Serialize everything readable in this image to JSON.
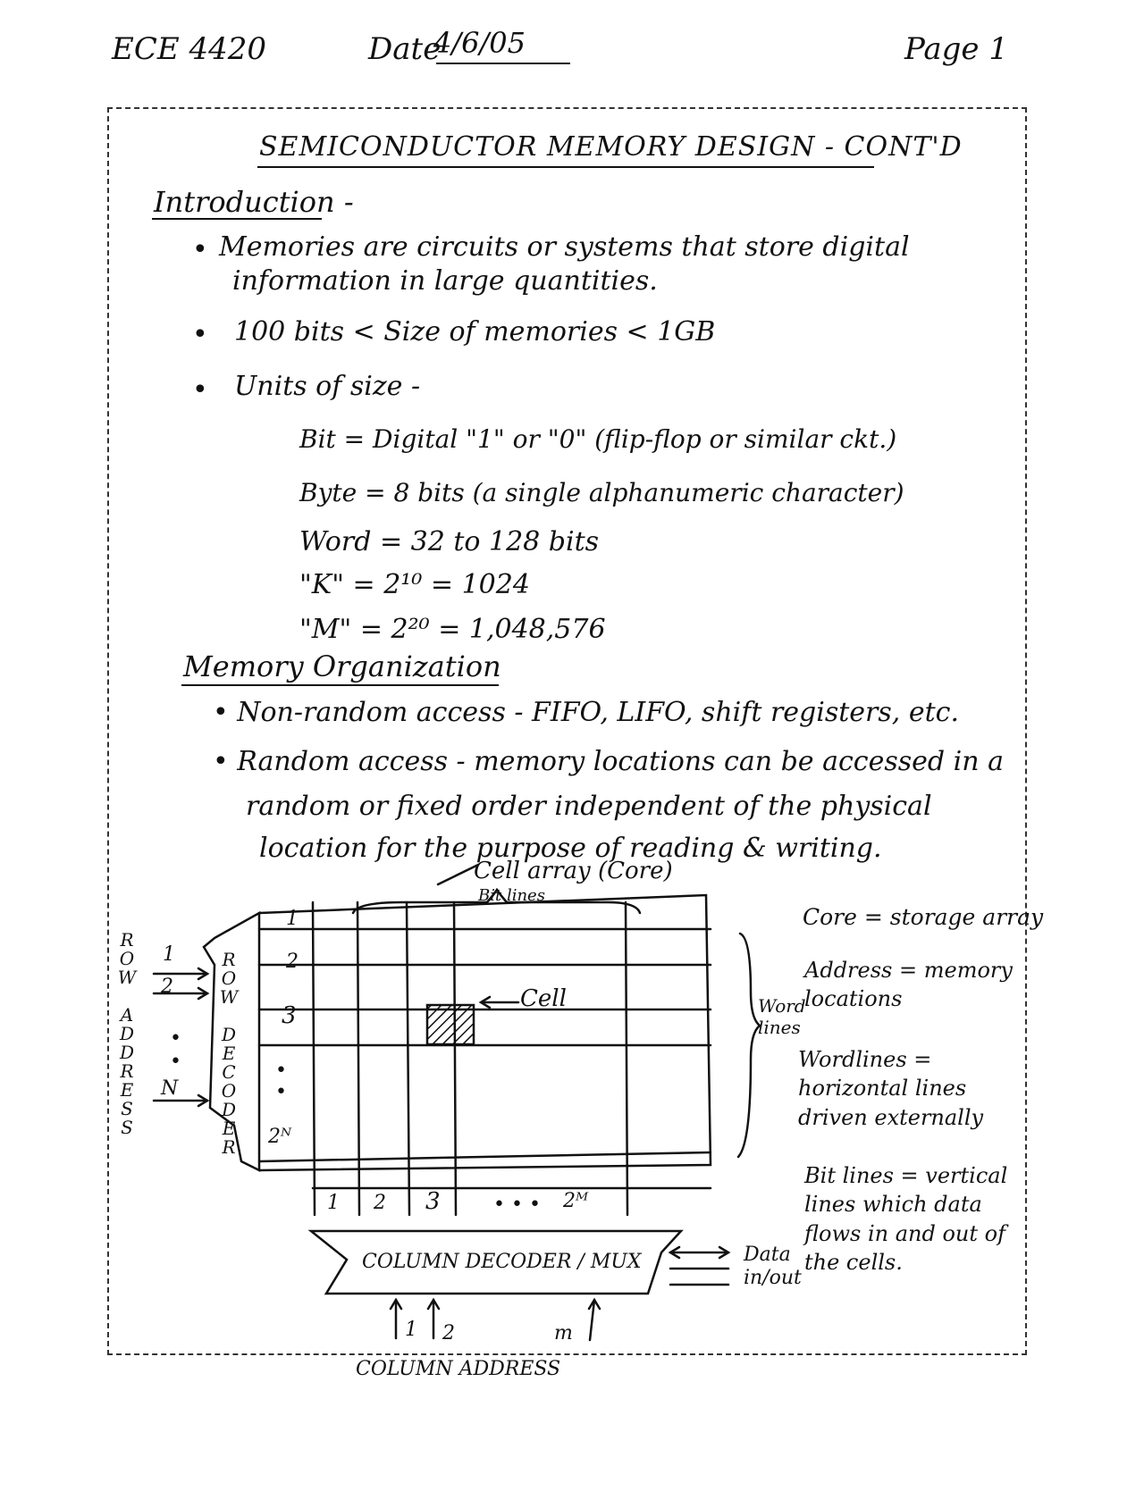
{
  "header": {
    "course": "ECE 4420",
    "date_label": "Date",
    "date_value": "4/6/05",
    "page_label": "Page 1"
  },
  "title": "SEMICONDUCTOR MEMORY DESIGN - CONT'D",
  "introduction": {
    "heading": "Introduction -",
    "bullets": [
      "Memories are circuits or systems that store digital",
      "information in large quantities.",
      "100 bits < Size of memories < 1GB",
      "Units of size -"
    ],
    "units": [
      "Bit = Digital \"1\" or \"0\" (flip-flop or similar ckt.)",
      "Byte = 8 bits (a single alphanumeric character)",
      "Word = 32 to 128 bits",
      "\"K\" = 2¹⁰ = 1024",
      "\"M\" = 2²⁰ = 1,048,576"
    ]
  },
  "memory_organization": {
    "heading": "Memory Organization",
    "bullets": [
      "Non-random access - FIFO, LIFO, shift registers, etc.",
      "Random access - memory locations can be accessed in a",
      "random or fixed order independent of the physical",
      "location for the purpose of reading & writing."
    ]
  },
  "diagram": {
    "cell_array_label": "Cell array (Core)",
    "bit_lines_label": "Bit lines",
    "row_address_label": "ROW ADDRESS",
    "row_decoder_label": "ROW DECODER",
    "row_inputs": [
      "1",
      "2",
      "•",
      "•",
      "N"
    ],
    "row_numbers": [
      "1",
      "2",
      "3",
      "•",
      "•",
      "2ᴺ"
    ],
    "cell_label": "Cell",
    "word_lines_label": "Word lines",
    "column_numbers": [
      "1",
      "2",
      "3",
      "• • •",
      "2ᴹ"
    ],
    "column_decoder_label": "COLUMN DECODER / MUX",
    "data_label": "Data in/out",
    "column_address_inputs": [
      "1",
      "2",
      "m"
    ],
    "column_address_label": "COLUMN ADDRESS"
  },
  "definitions": [
    "Core = storage array",
    "Address = memory locations",
    "Wordlines = horizontal lines driven externally",
    "Bit lines = vertical lines which data flows in and out of the cells."
  ]
}
